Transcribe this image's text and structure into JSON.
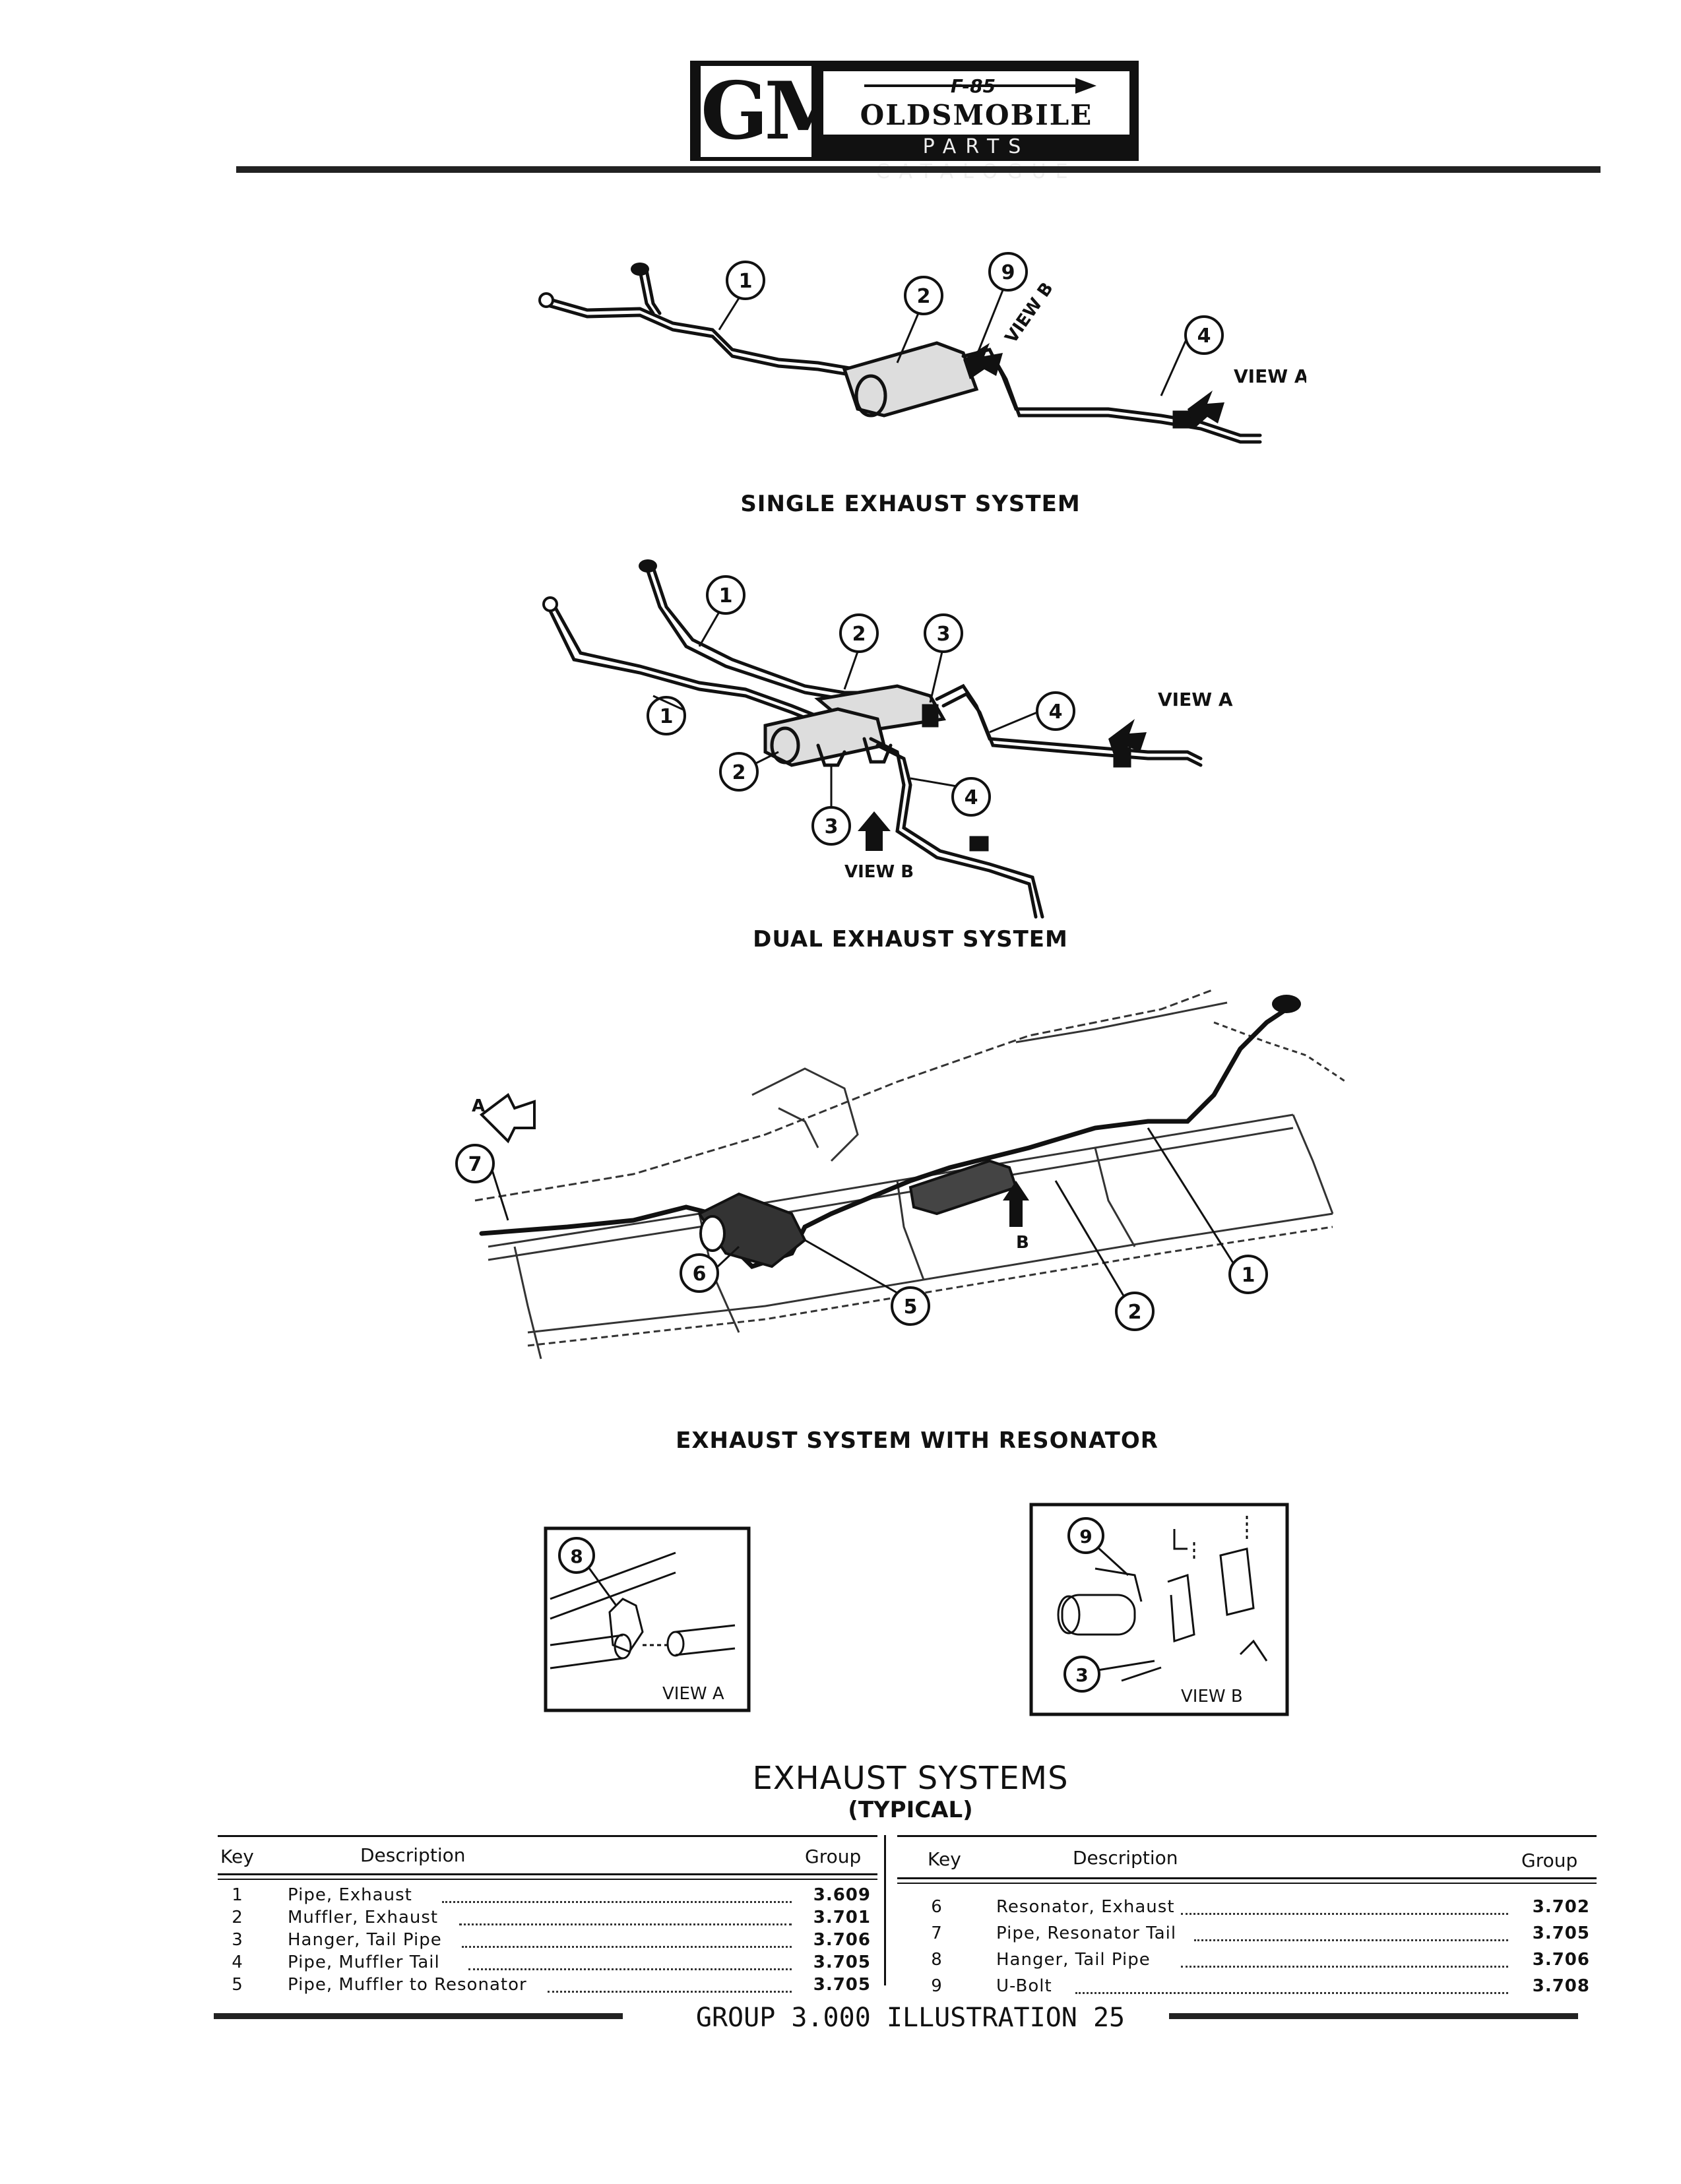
{
  "header": {
    "logo_letters": "GM",
    "brand_mark": "F-85",
    "brand_name": "OLDSMOBILE",
    "brand_sub": "PARTS CATALOGUE"
  },
  "figures": {
    "single": {
      "title": "SINGLE EXHAUST SYSTEM",
      "view_a": "VIEW A",
      "view_b": "VIEW B",
      "callouts": [
        "1",
        "2",
        "9",
        "4"
      ]
    },
    "dual": {
      "title": "DUAL EXHAUST SYSTEM",
      "view_a": "VIEW A",
      "view_b": "VIEW B",
      "callouts": [
        "1",
        "2",
        "3",
        "4",
        "1",
        "2",
        "3",
        "4"
      ]
    },
    "resonator": {
      "title": "EXHAUST SYSTEM WITH RESONATOR",
      "arrow_a": "A",
      "arrow_b": "B",
      "callouts": [
        "7",
        "6",
        "5",
        "1",
        "2"
      ]
    },
    "detail_a": {
      "label": "VIEW A",
      "callout": "8"
    },
    "detail_b": {
      "label": "VIEW B",
      "callouts": [
        "9",
        "3"
      ]
    }
  },
  "page_title": "EXHAUST SYSTEMS",
  "page_subtitle": "(TYPICAL)",
  "parts_table": {
    "headers": {
      "key": "Key",
      "description": "Description",
      "group": "Group"
    },
    "left": [
      {
        "key": "1",
        "description": "Pipe, Exhaust",
        "group": "3.609"
      },
      {
        "key": "2",
        "description": "Muffler, Exhaust",
        "group": "3.701"
      },
      {
        "key": "3",
        "description": "Hanger, Tail Pipe",
        "group": "3.706"
      },
      {
        "key": "4",
        "description": "Pipe, Muffler Tail",
        "group": "3.705"
      },
      {
        "key": "5",
        "description": "Pipe, Muffler to Resonator",
        "group": "3.705"
      }
    ],
    "right": [
      {
        "key": "6",
        "description": "Resonator, Exhaust",
        "group": "3.702"
      },
      {
        "key": "7",
        "description": "Pipe, Resonator Tail",
        "group": "3.705"
      },
      {
        "key": "8",
        "description": "Hanger, Tail Pipe",
        "group": "3.706"
      },
      {
        "key": "9",
        "description": "U-Bolt",
        "group": "3.708"
      }
    ]
  },
  "footer": "GROUP 3.000 ILLUSTRATION 25"
}
